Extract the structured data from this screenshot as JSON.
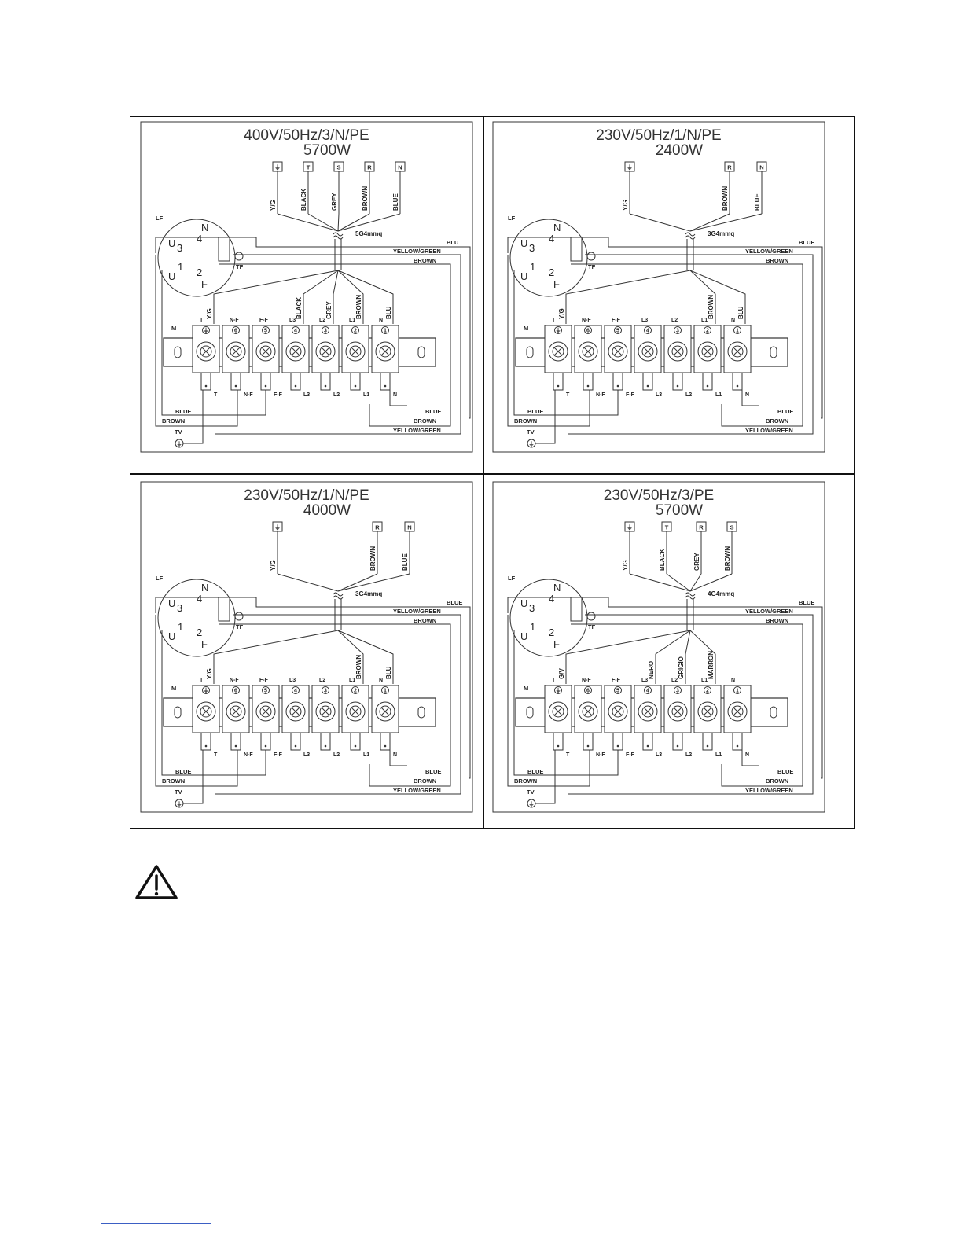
{
  "panels": [
    {
      "id": "p1",
      "title1": "400V/50Hz/3/N/PE",
      "title2": "5700W",
      "cable": "5G4mmq",
      "source_terminals": [
        "⏚",
        "T",
        "S",
        "R",
        "N"
      ],
      "source_wires": [
        "Y/G",
        "BLACK",
        "GREY",
        "BROWN",
        "BLUE"
      ],
      "block_wires": [
        "Y/G",
        "BLACK",
        "GREY",
        "BROWN",
        "BLU"
      ],
      "right_labels": [
        "BLU",
        "YELLOW/GREEN",
        "BROWN"
      ]
    },
    {
      "id": "p2",
      "title1": "230V/50Hz/1/N/PE",
      "title2": "2400W",
      "cable": "3G4mmq",
      "source_terminals": [
        "⏚",
        "R",
        "N"
      ],
      "source_wires": [
        "Y/G",
        "BROWN",
        "BLUE"
      ],
      "block_wires": [
        "Y/G",
        "BROWN",
        "BLU"
      ],
      "right_labels": [
        "BLUE",
        "YELLOW/GREEN",
        "BROWN"
      ]
    },
    {
      "id": "p3",
      "title1": "230V/50Hz/1/N/PE",
      "title2": "4000W",
      "cable": "3G4mmq",
      "source_terminals": [
        "⏚",
        "R",
        "N"
      ],
      "source_wires": [
        "Y/G",
        "BROWN",
        "BLUE"
      ],
      "block_wires": [
        "Y/G",
        "BROWN",
        "BLU"
      ],
      "right_labels": [
        "BLUE",
        "YELLOW/GREEN",
        "BROWN"
      ]
    },
    {
      "id": "p4",
      "title1": "230V/50Hz/3/PE",
      "title2": "5700W",
      "cable": "4G4mmq",
      "source_terminals": [
        "⏚",
        "T",
        "R",
        "S"
      ],
      "source_wires": [
        "Y/G",
        "BLACK",
        "GREY",
        "BROWN"
      ],
      "block_wires": [
        "G/V",
        "NERO",
        "GRIGIO",
        "MARRON"
      ],
      "right_labels": [
        "BLUE",
        "YELLOW/GREEN",
        "BROWN"
      ]
    }
  ],
  "common": {
    "lf": "LF",
    "tf": "TF",
    "m": "M",
    "tv": "TV",
    "tv_symbol": "⏚",
    "switch_labels": [
      "U",
      "3",
      "N",
      "4",
      "U",
      "1",
      "2",
      "F"
    ],
    "block_top_labels": [
      "T",
      "N-F",
      "F-F",
      "L3",
      "L2",
      "L1",
      "N"
    ],
    "block_numbers": [
      "⏚",
      "6",
      "5",
      "4",
      "3",
      "2",
      "1"
    ],
    "block_bottom_labels": [
      "T",
      "N-F",
      "F-F",
      "L3",
      "L2",
      "L1",
      "N"
    ],
    "bottom_left_labels": [
      "BLUE",
      "BROWN"
    ],
    "bottom_right_labels": [
      "BLUE",
      "BROWN",
      "YELLOW/GREEN"
    ]
  },
  "warning_icon": "warning-triangle-icon"
}
